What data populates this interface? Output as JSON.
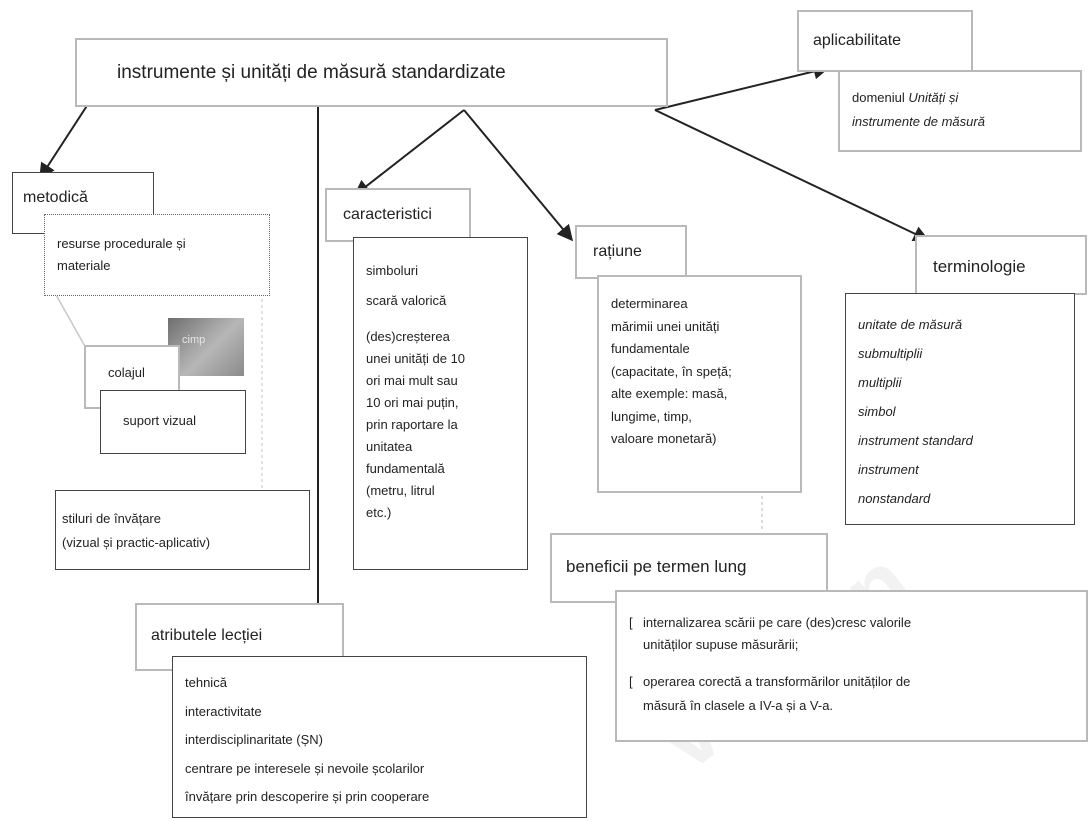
{
  "main_title": "instrumente și unități de măsură standardizate",
  "aplicabilitate": {
    "header": "aplicabilitate",
    "line1_prefix": "domeniul ",
    "line1_italic": "Unități și",
    "line2_italic": "instrumente de măsură"
  },
  "metodica": {
    "header": "metodică",
    "resurse": [
      "resurse procedurale și",
      "materiale"
    ],
    "colajul": "colajul",
    "suport": "suport vizual",
    "photo_label": "cimp",
    "stiluri": [
      "stiluri de învățare",
      "(vizual și practic-aplicativ)"
    ]
  },
  "caracteristici": {
    "header": "caracteristici",
    "items": [
      "simboluri",
      "scară valorică"
    ],
    "para": [
      "(des)creșterea",
      "unei unități de 10",
      "ori mai mult sau",
      "10 ori mai puțin,",
      "prin raportare la",
      "unitatea",
      "fundamentală",
      "(metru, litrul",
      "etc.)"
    ]
  },
  "ratiune": {
    "header": "rațiune",
    "lines": [
      "determinarea",
      "mărimii unei unități",
      "fundamentale",
      "(capacitate, în speță;",
      "alte exemple: masă,",
      "lungime, timp,",
      "valoare monetară)"
    ]
  },
  "terminologie": {
    "header": "terminologie",
    "items": [
      "unitate de măsură",
      "submultiplii",
      "multiplii",
      "simbol",
      "instrument standard",
      "instrument",
      "nonstandard"
    ]
  },
  "beneficii": {
    "header": "beneficii pe termen lung",
    "bullet1": [
      "internalizarea scării pe care (des)cresc valorile",
      "unităților supuse măsurării;"
    ],
    "bullet2": [
      "operarea corectă a transformărilor unităților de",
      "măsură în clasele a IV-a și a V-a."
    ]
  },
  "atribute": {
    "header": "atributele lecției",
    "items": [
      "tehnică",
      "interactivitate",
      "interdisciplinaritate (ȘN)",
      "centrare pe interesele și nevoile școlarilor",
      "învățare prin descoperire și prin cooperare"
    ]
  }
}
